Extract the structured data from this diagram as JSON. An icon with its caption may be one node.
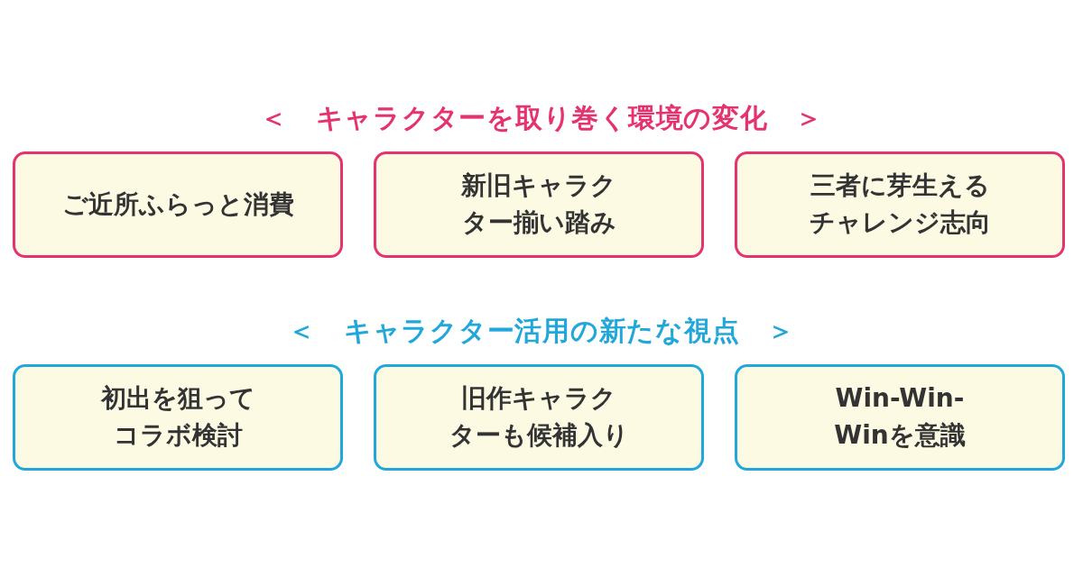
{
  "diagram": {
    "nodes": [
      {
        "text": [
          "ご近所ふらっと消費"
        ]
      },
      {
        "text": [
          "新旧キャラクター揃い踏み"
        ]
      },
      {
        "text": [
          "三者に芽生えるチャレンジ志向"
        ]
      },
      {
        "text": [
          "初出を狙ってコラボ検討"
        ]
      },
      {
        "text": [
          "旧作キャラクターも候補入り"
        ]
      },
      {
        "text": [
          "Win-Win-Winを意識"
        ]
      }
    ],
    "labels": [
      "＜　キャラクターを取り巻く環境の変化　＞",
      "＜　キャラクター活用の新たな視点　＞"
    ]
  }
}
